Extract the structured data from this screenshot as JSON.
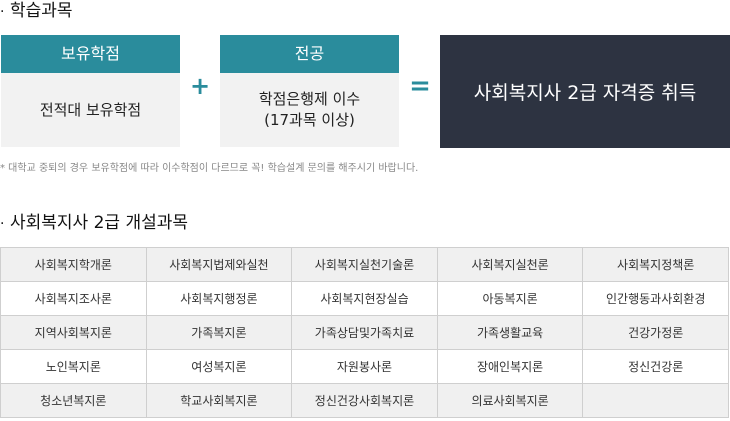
{
  "section1": {
    "title": "학습과목"
  },
  "box1": {
    "header": "보유학점",
    "body": "전적대 보유학점"
  },
  "plus": "+",
  "box2": {
    "header": "전공",
    "body_line1": "학점은행제 이수",
    "body_line2": "(17과목 이상)"
  },
  "equals": "=",
  "result": "사회복지사 2급 자격증 취득",
  "note": "* 대학교 중퇴의 경우 보유학점에 따라 이수학점이 다르므로 꼭! 학습설계 문의를 해주시기 바랍니다.",
  "section2": {
    "title": "사회복지사 2급 개설과목"
  },
  "courses": [
    [
      "사회복지학개론",
      "사회복지법제와실천",
      "사회복지실천기술론",
      "사회복지실천론",
      "사회복지정책론"
    ],
    [
      "사회복지조사론",
      "사회복지행정론",
      "사회복지현장실습",
      "아동복지론",
      "인간행동과사회환경"
    ],
    [
      "지역사회복지론",
      "가족복지론",
      "가족상담및가족치료",
      "가족생활교육",
      "건강가정론"
    ],
    [
      "노인복지론",
      "여성복지론",
      "자원봉사론",
      "장애인복지론",
      "정신건강론"
    ],
    [
      "청소년복지론",
      "학교사회복지론",
      "정신건강사회복지론",
      "의료사회복지론",
      ""
    ]
  ],
  "colors": {
    "teal": "#2a8c9c",
    "dark": "#2d3341",
    "light_bg": "#f2f2f2"
  }
}
